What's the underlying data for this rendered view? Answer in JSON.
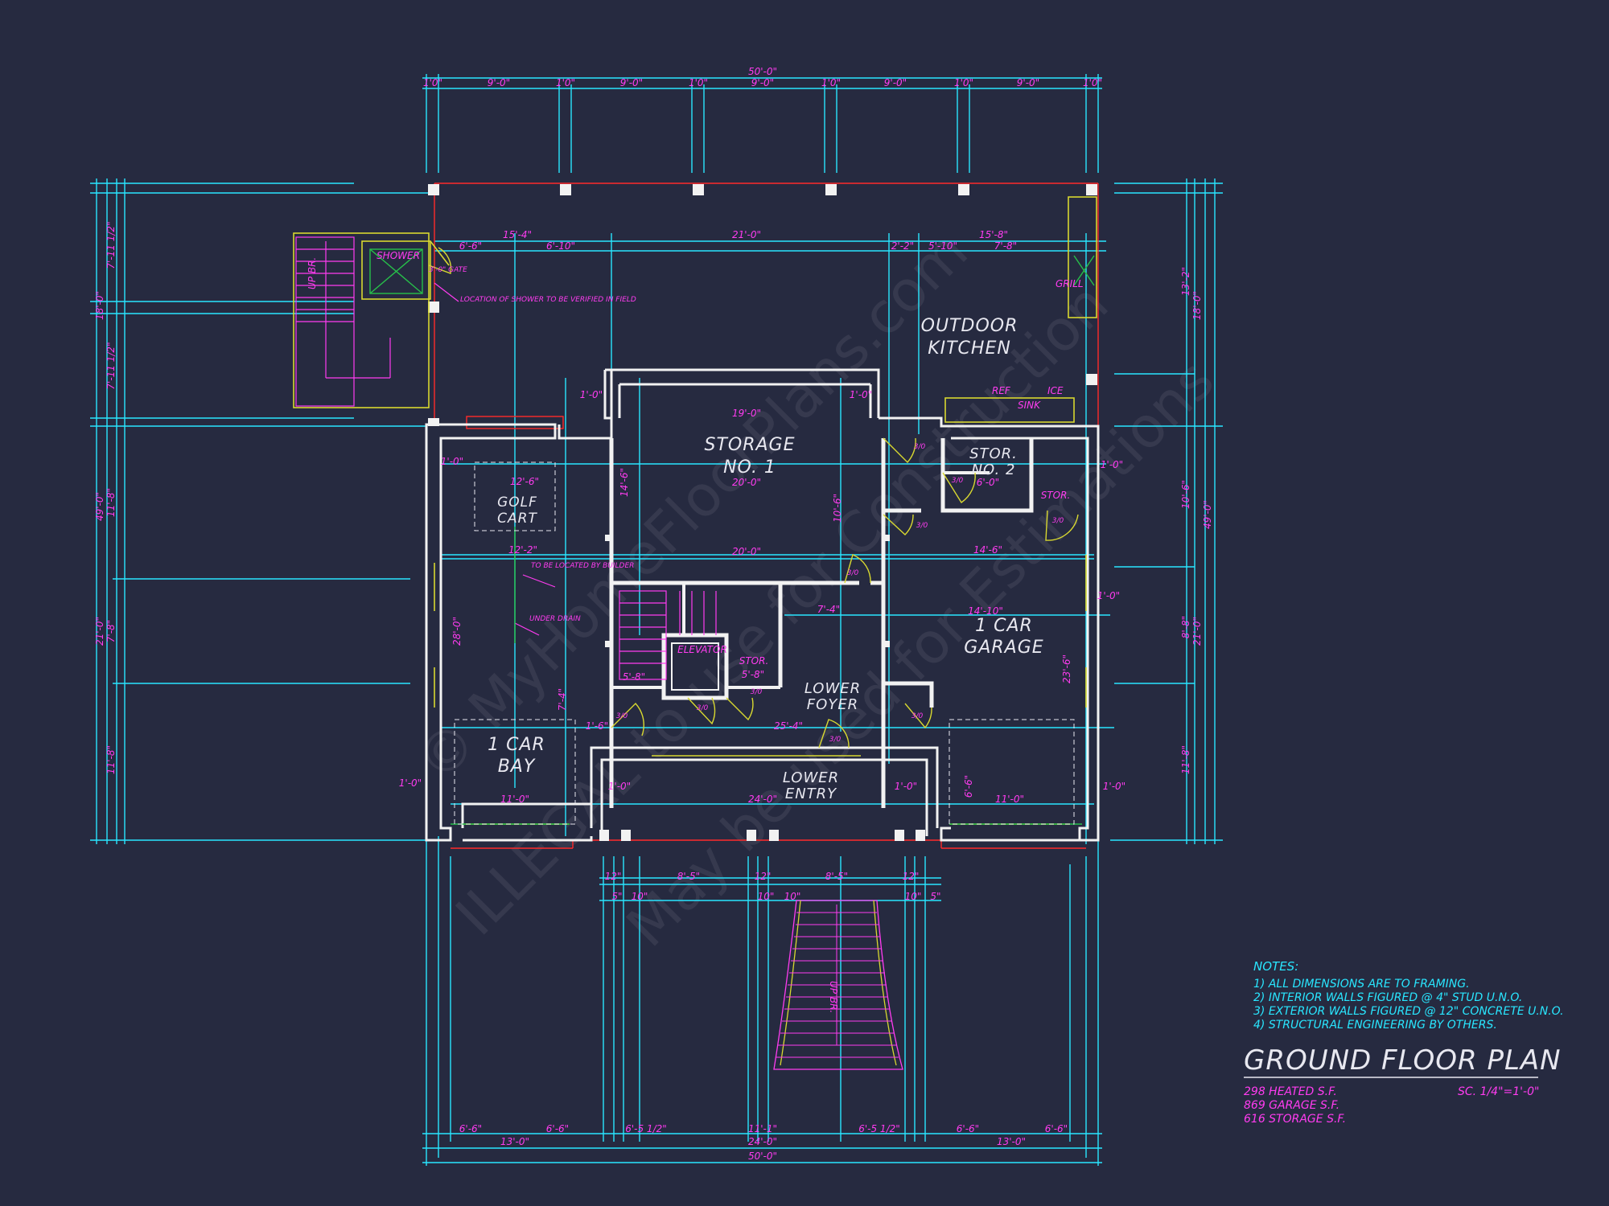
{
  "title": "GROUND FLOOR PLAN",
  "scale": "SC. 1/4\"=1'-0\"",
  "areas": [
    "298 HEATED S.F.",
    "869 GARAGE S.F.",
    "616 STORAGE S.F."
  ],
  "notes": {
    "heading": "NOTES:",
    "items": [
      "1) ALL DIMENSIONS ARE TO FRAMING.",
      "2) INTERIOR WALLS FIGURED @ 4\" STUD U.N.O.",
      "3) EXTERIOR WALLS FIGURED @ 12\" CONCRETE U.N.O.",
      "4) STRUCTURAL ENGINEERING BY OTHERS."
    ]
  },
  "rooms": {
    "outdoor_kitchen_1": "OUTDOOR",
    "outdoor_kitchen_2": "KITCHEN",
    "storage1_1": "STORAGE",
    "storage1_2": "NO. 1",
    "stor2_1": "STOR.",
    "stor2_2": "NO. 2",
    "stor_small": "STOR.",
    "golf_1": "GOLF",
    "golf_2": "CART",
    "garage_1": "1 CAR",
    "garage_2": "GARAGE",
    "bay_1": "1 CAR",
    "bay_2": "BAY",
    "foyer_1": "LOWER",
    "foyer_2": "FOYER",
    "entry_1": "LOWER",
    "entry_2": "ENTRY",
    "elevator": "ELEVATOR",
    "stor_small2": "STOR.",
    "shower": "SHOWER"
  },
  "labels": {
    "grill": "GRILL",
    "ref": "REF",
    "sink": "SINK",
    "ice": "ICE",
    "up_br": "UP BR.",
    "to_be_located": "TO BE LOCATED BY BUILDER",
    "under_drain": "UNDER DRAIN",
    "shower_note": "LOCATION OF SHOWER TO BE VERIFIED IN FIELD",
    "gate": "3'-0\" GATE"
  },
  "dims": {
    "top_total": "50'-0\"",
    "top_9": "9'-0\"",
    "top_10": "1'0\"",
    "d_15_4": "15'-4\"",
    "d_21_0": "21'-0\"",
    "d_15_8": "15'-8\"",
    "d_6_6": "6'-6\"",
    "d_6_10": "6'-10\"",
    "d_2_2": "2'-2\"",
    "d_5_10": "5'-10\"",
    "d_7_8": "7'-8\"",
    "d_19_0": "19'-0\"",
    "d_20_0": "20'-0\"",
    "d_12_6": "12'-6\"",
    "d_12_2": "12'-2\"",
    "d_6_0": "6'-0\"",
    "d_14_6": "14'-6\"",
    "d_14_10": "14'-10\"",
    "d_24_0": "24'-0\"",
    "d_25_4": "25'-4\"",
    "d_11_0": "11'-0\"",
    "d_1_0": "1'-0\"",
    "d_7_4": "7'-4\"",
    "d_5_8": "5'-8\"",
    "d_8_5": "8'-5\"",
    "d_12": "12\"",
    "d_5": "5\"",
    "d_10": "10\"",
    "d_13_0": "13'-0\"",
    "d_6_5h": "6'-5 1/2\"",
    "d_11_1": "11'-1\"",
    "d_10_6": "10'-6\"",
    "d_23_6": "23'-6\"",
    "d_28_0": "28'-0\"",
    "d_49_0": "49'-0\"",
    "d_18_0": "18'-0\"",
    "d_11_8": "11'-8\"",
    "d_7_11": "7'-11 1/2\"",
    "d_13_2": "13'-2\"",
    "d_21_0v": "21'-0\"",
    "d_6_6v": "6'-6\"",
    "d_8_8": "8'-8\"",
    "d_1_6": "1'-6\"",
    "d_3_0": "3/0"
  },
  "watermark": {
    "line1": "© MyHomeFloorPlans.com",
    "line2": "ILLEGAL to use for Construction",
    "line3": "May be used for Estimations"
  },
  "colors": {
    "background": "#262a40",
    "dimension": "#29e6ff",
    "wall": "#ffffff",
    "annotation": "#ff3cf0",
    "outline": "#ff2a2a",
    "fixture": "#d8d830",
    "green": "#27c04a"
  }
}
